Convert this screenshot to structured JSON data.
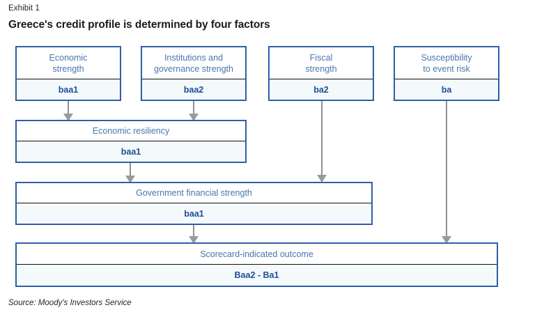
{
  "header": {
    "exhibit_label": "Exhibit 1",
    "title": "Greece's credit profile is determined by four factors"
  },
  "footer": {
    "source": "Source: Moody's Investors Service"
  },
  "colors": {
    "border_blue": "#2e5ea8",
    "title_text_blue": "#4a76ae",
    "value_text_blue": "#1f4e96",
    "value_fill": "#f4f9fc",
    "arrow_gray": "#8f8f8f",
    "divider_black": "#101010",
    "heading_black": "#1a1a1a"
  },
  "diagram": {
    "type": "flow-diagram",
    "nodes": [
      {
        "id": "economic-strength",
        "title": "Economic\nstrength",
        "value": "baa1",
        "level": 1
      },
      {
        "id": "institutions",
        "title": "Institutions and\ngovernance strength",
        "value": "baa2",
        "level": 1
      },
      {
        "id": "fiscal",
        "title": "Fiscal\nstrength",
        "value": "ba2",
        "level": 1
      },
      {
        "id": "susceptibility",
        "title": "Susceptibility\nto event risk",
        "value": "ba",
        "level": 1
      },
      {
        "id": "economic-resiliency",
        "title": "Economic resiliency",
        "value": "baa1",
        "level": 2
      },
      {
        "id": "govt-financial",
        "title": "Government financial strength",
        "value": "baa1",
        "level": 3
      },
      {
        "id": "scorecard",
        "title": "Scorecard-indicated outcome",
        "value": "Baa2 - Ba1",
        "level": 4
      }
    ],
    "edges": [
      {
        "from": "economic-strength",
        "to": "economic-resiliency"
      },
      {
        "from": "institutions",
        "to": "economic-resiliency"
      },
      {
        "from": "economic-resiliency",
        "to": "govt-financial"
      },
      {
        "from": "fiscal",
        "to": "govt-financial"
      },
      {
        "from": "govt-financial",
        "to": "scorecard"
      },
      {
        "from": "susceptibility",
        "to": "scorecard"
      }
    ]
  }
}
